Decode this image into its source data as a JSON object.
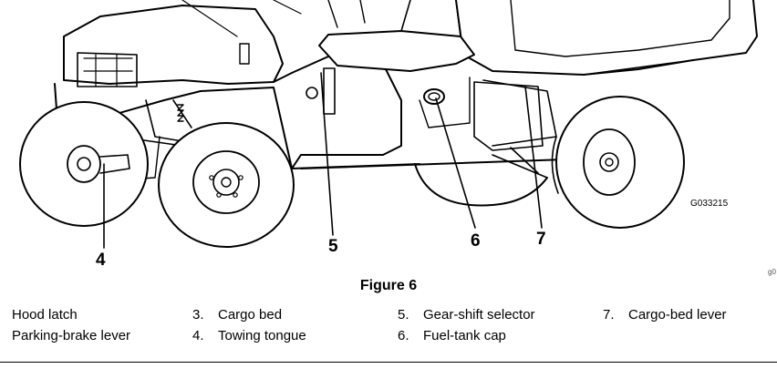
{
  "figure": {
    "code": "G033215",
    "corner_code": "g0",
    "caption": "Figure 6",
    "callouts": [
      "4",
      "5",
      "6",
      "7"
    ]
  },
  "legend": [
    {
      "number": "",
      "label": "Hood latch"
    },
    {
      "number": "",
      "label": "Parking-brake lever"
    },
    {
      "number": "3.",
      "label": "Cargo bed"
    },
    {
      "number": "4.",
      "label": "Towing tongue"
    },
    {
      "number": "5.",
      "label": "Gear-shift selector"
    },
    {
      "number": "6.",
      "label": "Fuel-tank cap"
    },
    {
      "number": "7.",
      "label": "Cargo-bed lever"
    }
  ]
}
